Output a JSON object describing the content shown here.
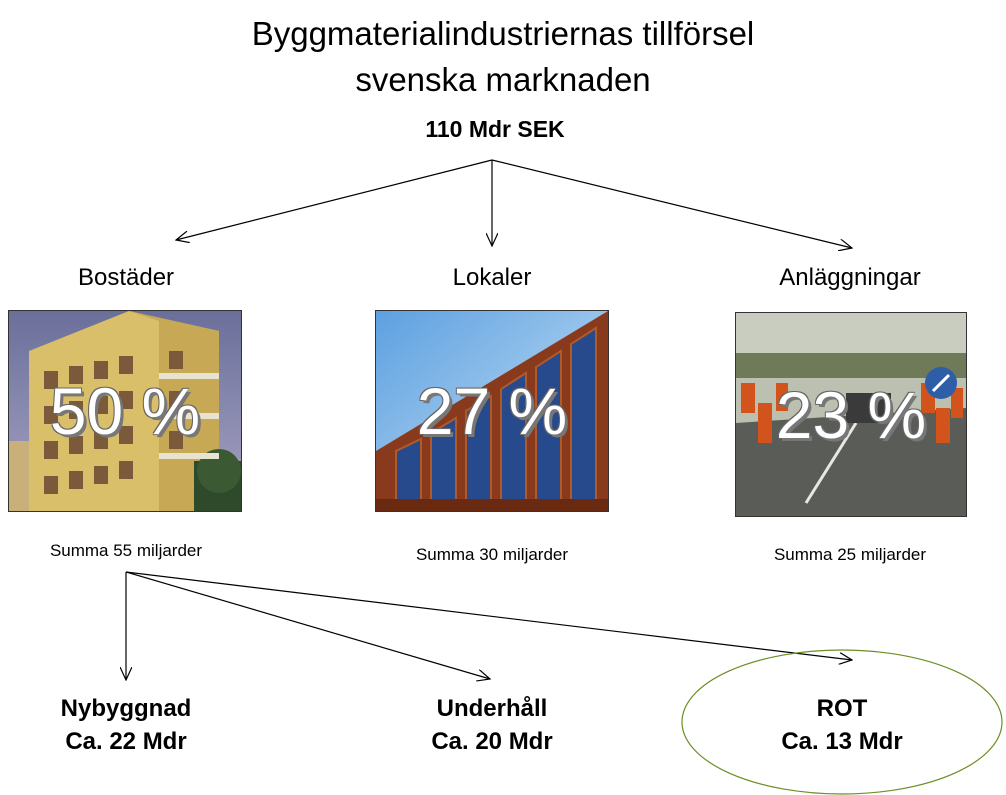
{
  "title_line1": "Byggmaterialindustriernas tillförsel",
  "title_line2": "svenska marknaden",
  "total": "110 Mdr SEK",
  "categories": [
    {
      "label": "Bostäder",
      "percent": "50 %",
      "summa": "Summa 55 miljarder"
    },
    {
      "label": "Lokaler",
      "percent": "27 %",
      "summa": "Summa 30 miljarder"
    },
    {
      "label": "Anläggningar",
      "percent": "23 %",
      "summa": "Summa 25 miljarder"
    }
  ],
  "subcategories": [
    {
      "name": "Nybyggnad",
      "value": "Ca. 22 Mdr"
    },
    {
      "name": "Underhåll",
      "value": "Ca. 20 Mdr"
    },
    {
      "name": "ROT",
      "value": "Ca. 13 Mdr"
    }
  ],
  "colors": {
    "ellipse_stroke": "#6b8e23",
    "line": "#000000"
  }
}
